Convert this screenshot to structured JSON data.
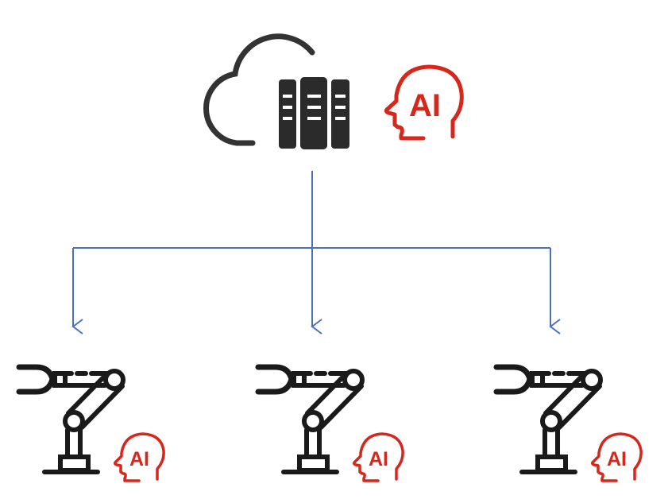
{
  "diagram": {
    "title": "",
    "root": {
      "label": "cloud-server-ai",
      "icons": [
        "cloud-icon",
        "server-rack-icon",
        "ai-head-icon"
      ],
      "ai_text": "AI"
    },
    "children": [
      {
        "label": "robot-arm-1",
        "icons": [
          "robot-arm-icon",
          "ai-head-icon"
        ],
        "ai_text": "AI"
      },
      {
        "label": "robot-arm-2",
        "icons": [
          "robot-arm-icon",
          "ai-head-icon"
        ],
        "ai_text": "AI"
      },
      {
        "label": "robot-arm-3",
        "icons": [
          "robot-arm-icon",
          "ai-head-icon"
        ],
        "ai_text": "AI"
      }
    ],
    "colors": {
      "icon_dark": "#1a1a1a",
      "cloud": "#333333",
      "ai_red": "#d7261b",
      "connector_blue": "#4a72b8",
      "background": "#ffffff"
    }
  }
}
